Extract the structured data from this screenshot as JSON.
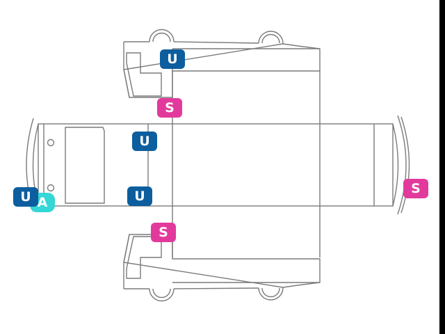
{
  "colors": {
    "outline": "#7a7a7a",
    "marker_blue": "#0c5e9e",
    "marker_pink": "#e23a9c",
    "marker_teal": "#35d6d6"
  },
  "markers": {
    "roof_top_front": {
      "letter": "U"
    },
    "top_side_bottom": {
      "letter": "S"
    },
    "cab_upper": {
      "letter": "U"
    },
    "cab_lower": {
      "letter": "U"
    },
    "front_bumper": {
      "letter": "U"
    },
    "front_bumper_a": {
      "letter": "A"
    },
    "rear_door": {
      "letter": "S"
    },
    "bottom_side_top": {
      "letter": "S"
    }
  }
}
